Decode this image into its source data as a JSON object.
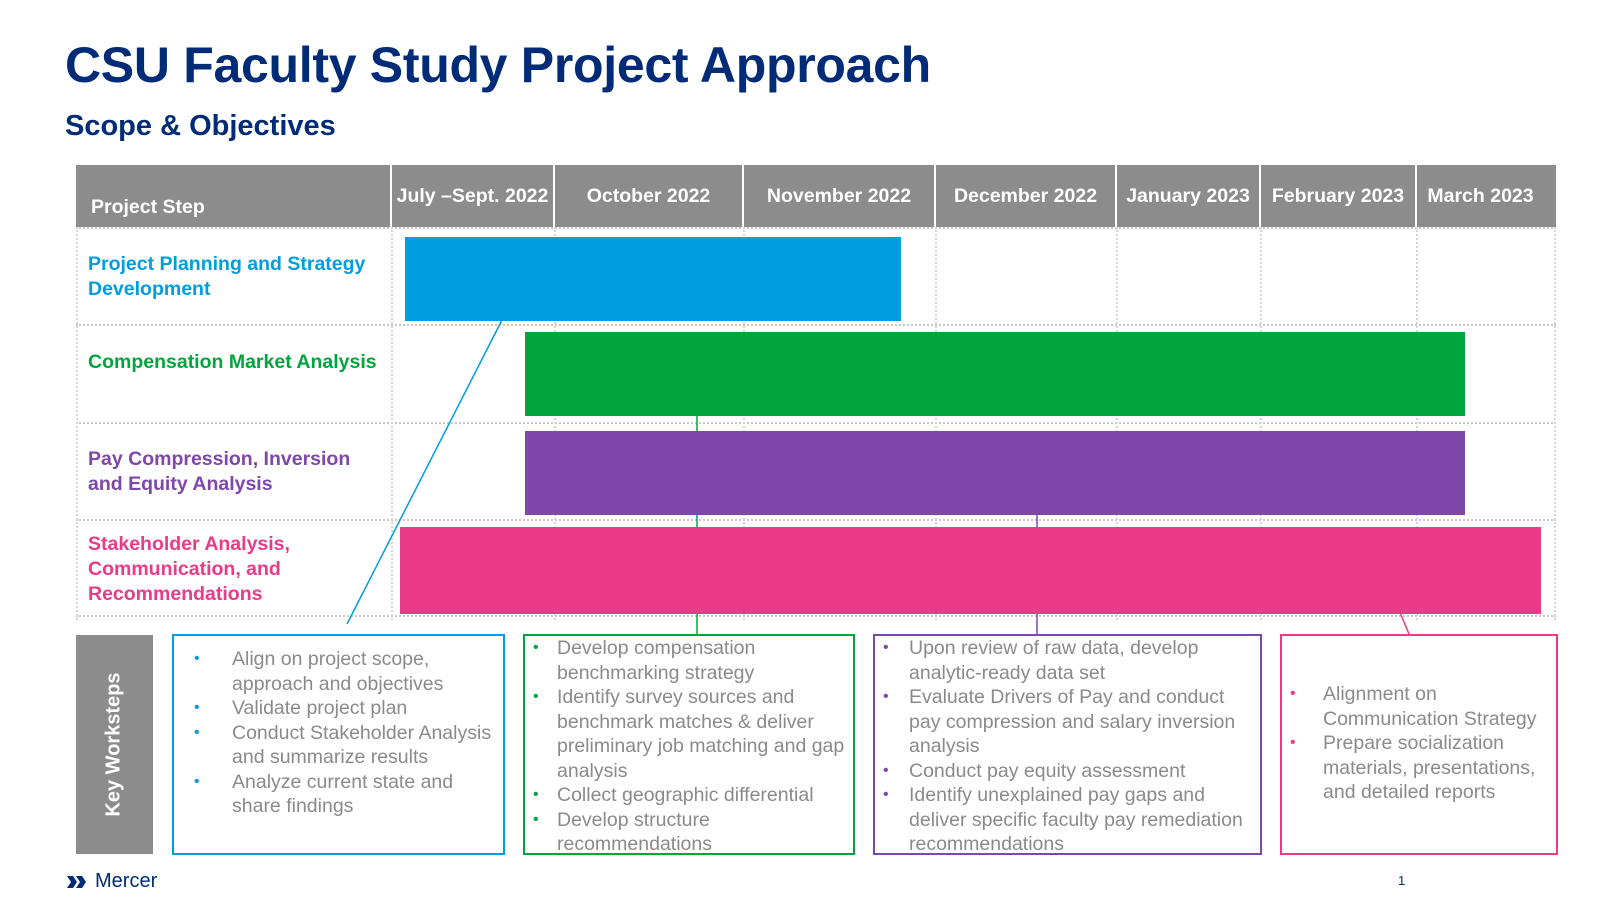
{
  "title": "CSU Faculty Study Project Approach",
  "subtitle": "Scope & Objectives",
  "header": {
    "project_step": "Project Step",
    "columns": [
      "July –Sept. 2022",
      "October 2022",
      "November 2022",
      "December 2022",
      "January 2023",
      "February 2023",
      "March 2023"
    ]
  },
  "steps": [
    {
      "label": "Project Planning and Strategy Development",
      "color": "#009DE0"
    },
    {
      "label": "Compensation Market Analysis",
      "color": "#00A53D"
    },
    {
      "label": "Pay Compression, Inversion and Equity Analysis",
      "color": "#7F47AA"
    },
    {
      "label": "Stakeholder Analysis, Communication, and Recommendations",
      "color": "#EB3A88"
    }
  ],
  "key_worksteps_label": "Key Worksteps",
  "worksteps": [
    {
      "color": "#009DE0",
      "items": [
        "Align on project scope, approach and objectives",
        "Validate project plan",
        "Conduct Stakeholder Analysis and summarize results",
        "Analyze current state and share findings"
      ]
    },
    {
      "color": "#00A53D",
      "items": [
        "Develop compensation benchmarking strategy",
        "Identify survey sources and benchmark matches & deliver preliminary job matching and gap analysis",
        "Collect geographic differential",
        "Develop structure recommendations"
      ]
    },
    {
      "color": "#7F47AA",
      "items": [
        "Upon review of raw data, develop analytic-ready data set",
        "Evaluate Drivers of Pay and conduct pay compression and salary inversion analysis",
        "Conduct pay equity assessment",
        "Identify unexplained pay gaps and deliver specific faculty pay remediation recommendations"
      ]
    },
    {
      "color": "#EB3A88",
      "items": [
        "Alignment on Communication Strategy",
        "Prepare socialization materials, presentations, and detailed reports"
      ]
    }
  ],
  "logo_text": "Mercer",
  "page_number": "1"
}
